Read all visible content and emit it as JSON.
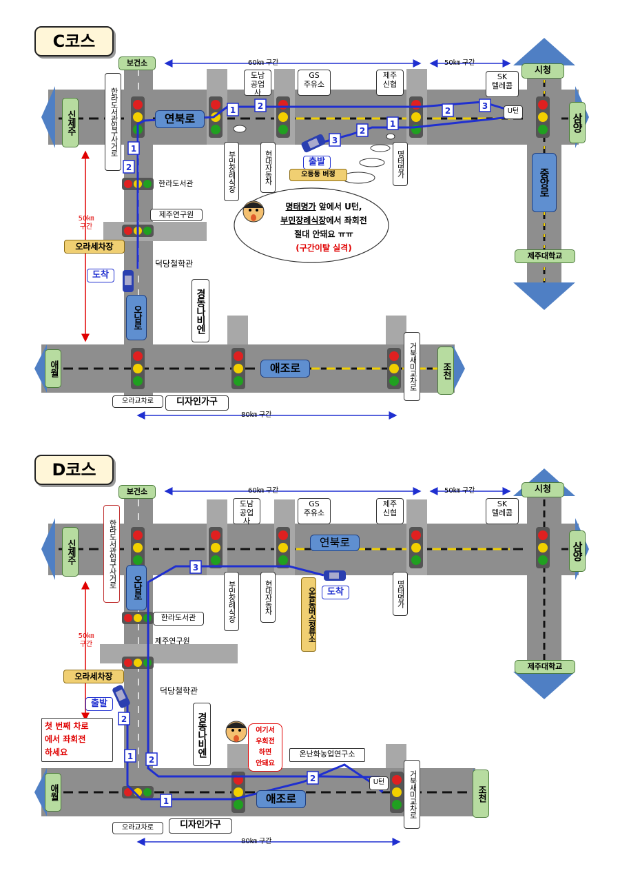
{
  "courses": [
    {
      "id": "c",
      "title": "C코스",
      "labels": {
        "health_center": "보건소",
        "city_hall": "시청",
        "sinjeju": "신제주",
        "samyang": "삼양",
        "aewol": "애월",
        "jocheon": "조천",
        "yeonbuk_road": "연북로",
        "aejo_road": "애조로",
        "ora_parking": "오라세차장",
        "start": "출발",
        "arrival": "도착",
        "hanla_lib_cross": "한라도서관입구사거로",
        "hanla_lib": "한라도서관",
        "jeju_institute": "제주연구원",
        "deokdang": "덕당철학관",
        "onam_road": "오남로",
        "gyeongdong": "경동나비엔",
        "ora_cross": "오라교차로",
        "design_furniture": "디자인가구",
        "geobuk_cross": "거북새미교차로",
        "jungang_road": "중앙로",
        "jeju_univ": "제주대학교",
        "donam_line1": "도남",
        "donam_line2": "공업사",
        "gs_line1": "GS",
        "gs_line2": "주유소",
        "shinhyup_line1": "제주",
        "shinhyup_line2": "신협",
        "sk_line1": "SK",
        "sk_line2": "텔레콤",
        "uturn": "U턴",
        "bumin": "부민장례식장",
        "hyundai": "현대자동차",
        "myeongtae": "명태명가",
        "odeung_bus": "오등동 버정",
        "sec_60": "60㎞ 구간",
        "sec_50": "50㎞ 구간",
        "sec_80": "80㎞ 구간",
        "sec_50v_line1": "50㎞",
        "sec_50v_line2": "구간"
      },
      "note": {
        "line1_underlined": "명태명가",
        "line1_rest": " 앞에서 U턴,",
        "line2_underlined": "부민장례식장",
        "line2_rest": "에서 좌회전",
        "line3": "절대 안돼요 ㅠㅠ",
        "line4": "(구간이탈 실격)"
      }
    },
    {
      "id": "d",
      "title": "D코스",
      "labels": {
        "health_center": "보건소",
        "city_hall": "시청",
        "sinjeju": "신제주",
        "samyang": "삼양",
        "aewol": "애월",
        "jocheon": "조천",
        "yeonbuk_road": "연북로",
        "aejo_road": "애조로",
        "ora_parking": "오라세차장",
        "start": "출발",
        "arrival": "도착",
        "hanla_lib_cross": "한라도서관입구사거로",
        "hanla_lib": "한라도서관",
        "jeju_institute": "제주연구원",
        "deokdang": "덕당철학관",
        "onam_road": "오남로",
        "gyeongdong": "경동나비엔",
        "ora_cross": "오라교차로",
        "design_furniture": "디자인가구",
        "geobuk_cross": "거북새미교차로",
        "jeju_univ": "제주대학교",
        "donam_line1": "도남",
        "donam_line2": "공업사",
        "gs_line1": "GS",
        "gs_line2": "주유소",
        "shinhyup_line1": "제주",
        "shinhyup_line2": "신협",
        "sk_line1": "SK",
        "sk_line2": "텔레콤",
        "uturn": "U턴",
        "bumin": "부민장례식장",
        "hyundai": "현대자동차",
        "myeongtae": "명태명가",
        "odeung_bus_stop": "오등동버스정류소",
        "onnan": "온난화농업연구소",
        "sec_60": "60㎞ 구간",
        "sec_50": "50㎞ 구간",
        "sec_80": "80㎞ 구간",
        "sec_50v_line1": "50㎞",
        "sec_50v_line2": "구간"
      },
      "note_left": {
        "line1": "첫 번째 차로",
        "line2": "에서  좌회전",
        "line3": "하세요"
      },
      "note_right": {
        "line1": "여기서",
        "line2": "우회전",
        "line3": "하면",
        "line4": "안돼요"
      }
    }
  ],
  "route_numbers": {
    "c": [
      "1",
      "2",
      "1",
      "2",
      "3",
      "2",
      "1",
      "2",
      "3"
    ],
    "d": [
      "1",
      "2",
      "3",
      "1",
      "2",
      "2"
    ]
  },
  "colors": {
    "road": "#8e8e8e",
    "road_light": "#c4c4c4",
    "route": "#1f2fd0",
    "arrow_blue": "#4f7fc4",
    "place_green": "#b7dca0",
    "label_blue": "#5f8fd0",
    "label_orange": "#f0cf72",
    "warning_red": "#e00000"
  }
}
